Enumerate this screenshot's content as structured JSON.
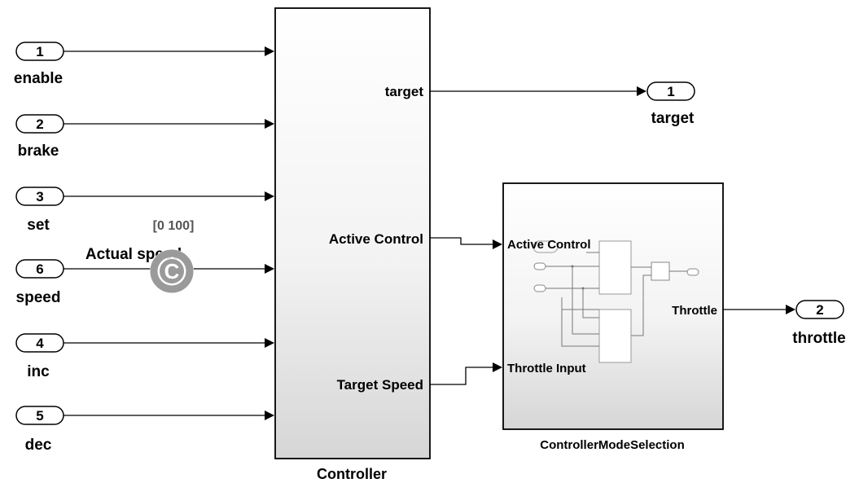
{
  "inports": [
    {
      "num": "1",
      "name": "enable"
    },
    {
      "num": "2",
      "name": "brake"
    },
    {
      "num": "3",
      "name": "set"
    },
    {
      "num": "6",
      "name": "speed"
    },
    {
      "num": "4",
      "name": "inc"
    },
    {
      "num": "5",
      "name": "dec"
    }
  ],
  "controller": {
    "title": "Controller",
    "out_target": "target",
    "out_active": "Active Control",
    "out_speed": "Target Speed"
  },
  "signal": {
    "range": "[0 100]",
    "name": "Actual speed",
    "converter_glyph": "C"
  },
  "mode_selection": {
    "title": "ControllerModeSelection",
    "in_active": "Active Control",
    "in_throttle": "Throttle Input",
    "out_throttle": "Throttle"
  },
  "outports": [
    {
      "num": "1",
      "name": "target"
    },
    {
      "num": "2",
      "name": "throttle"
    }
  ]
}
